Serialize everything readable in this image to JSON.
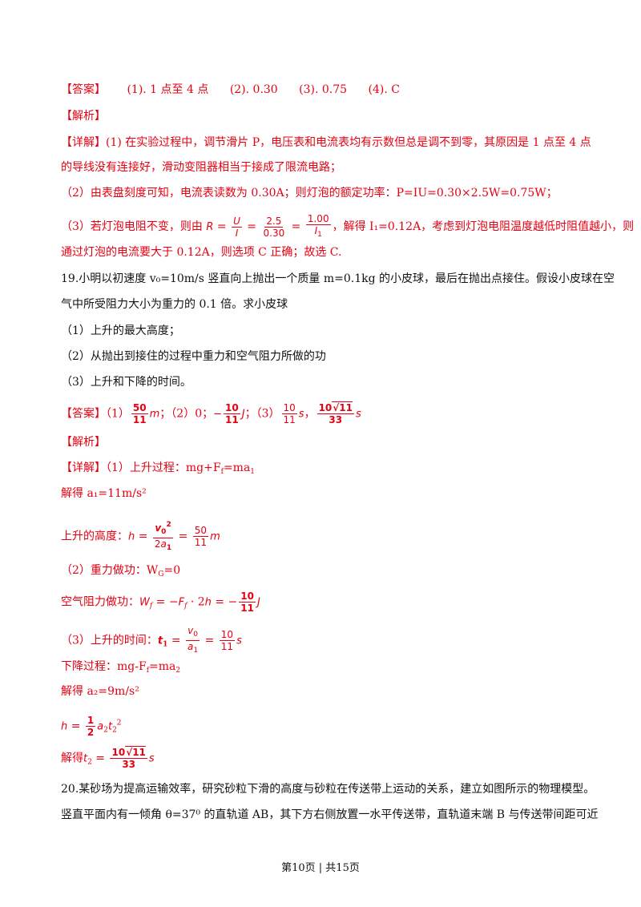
{
  "q18": {
    "ans_label": "【答案】",
    "ans1": "(1). 1 点至 4 点",
    "ans2": "(2). 0.30",
    "ans3": "(3). 0.75",
    "ans4": "(4). C",
    "jiexi": "【解析】",
    "detail_label": "【详解】",
    "d1a": "(1) 在实验过程中，调节滑片 P，电压表和电流表均有示数但总是调不到零，其原因是 1 点至 4 点",
    "d1b": "的导线没有连接好，滑动变阻器相当于接成了限流电路；",
    "d2": "（2）由表盘刻度可知，电流表读数为 0.30A；则灯泡的额定功率：P=IU=0.30×2.5W=0.75W；",
    "d3_pre": "（3）若灯泡电阻不变，则由",
    "d3_post": "，解得 I₁=0.12A，考虑到灯泡电阻温度越低时阻值越小，则",
    "d3b": "通过灯泡的电流要大于 0.12A，则选项 C 正确；故选 C."
  },
  "q19": {
    "stem_a": "19.小明以初速度 v₀=10m/s 竖直向上抛出一个质量 m=0.1kg 的小皮球，最后在抛出点接住。假设小皮球在空",
    "stem_b": "气中所受阻力大小为重力的 0.1 倍。求小皮球",
    "s1": "（1）上升的最大高度；",
    "s2": "（2）从抛出到接住的过程中重力和空气阻力所做的功",
    "s3": "（3）上升和下降的时间。",
    "ans_label": "【答案】",
    "a1": "（1）",
    "a2": "；（2）0；",
    "a3": "；（3）",
    "jiexi": "【解析】",
    "detail_label": "【详解】",
    "up": "（1）上升过程：mg+F",
    "up_end": "=ma",
    "solve_a1": "解得 a₁=11m/s²",
    "height_label": "上升的高度：",
    "work_g": "（2）重力做功：W",
    "work_g_end": "=0",
    "work_f_label": "空气阻力做功：",
    "time_up_label": "（3）上升的时间：",
    "down": "下降过程：mg-F",
    "down_end": "=ma",
    "solve_a2": "解得 a₂=9m/s²",
    "solve_t2": "解得"
  },
  "q20": {
    "line1": "20.某砂场为提高运输效率，研究砂粒下滑的高度与砂粒在传送带上运动的关系，建立如图所示的物理模型。",
    "line2": "竖直平面内有一倾角 θ=37⁰ 的直轨道 AB，其下方右侧放置一水平传送带，直轨道末端 B 与传送带间距可近"
  },
  "footer": "第10页 | 共15页"
}
